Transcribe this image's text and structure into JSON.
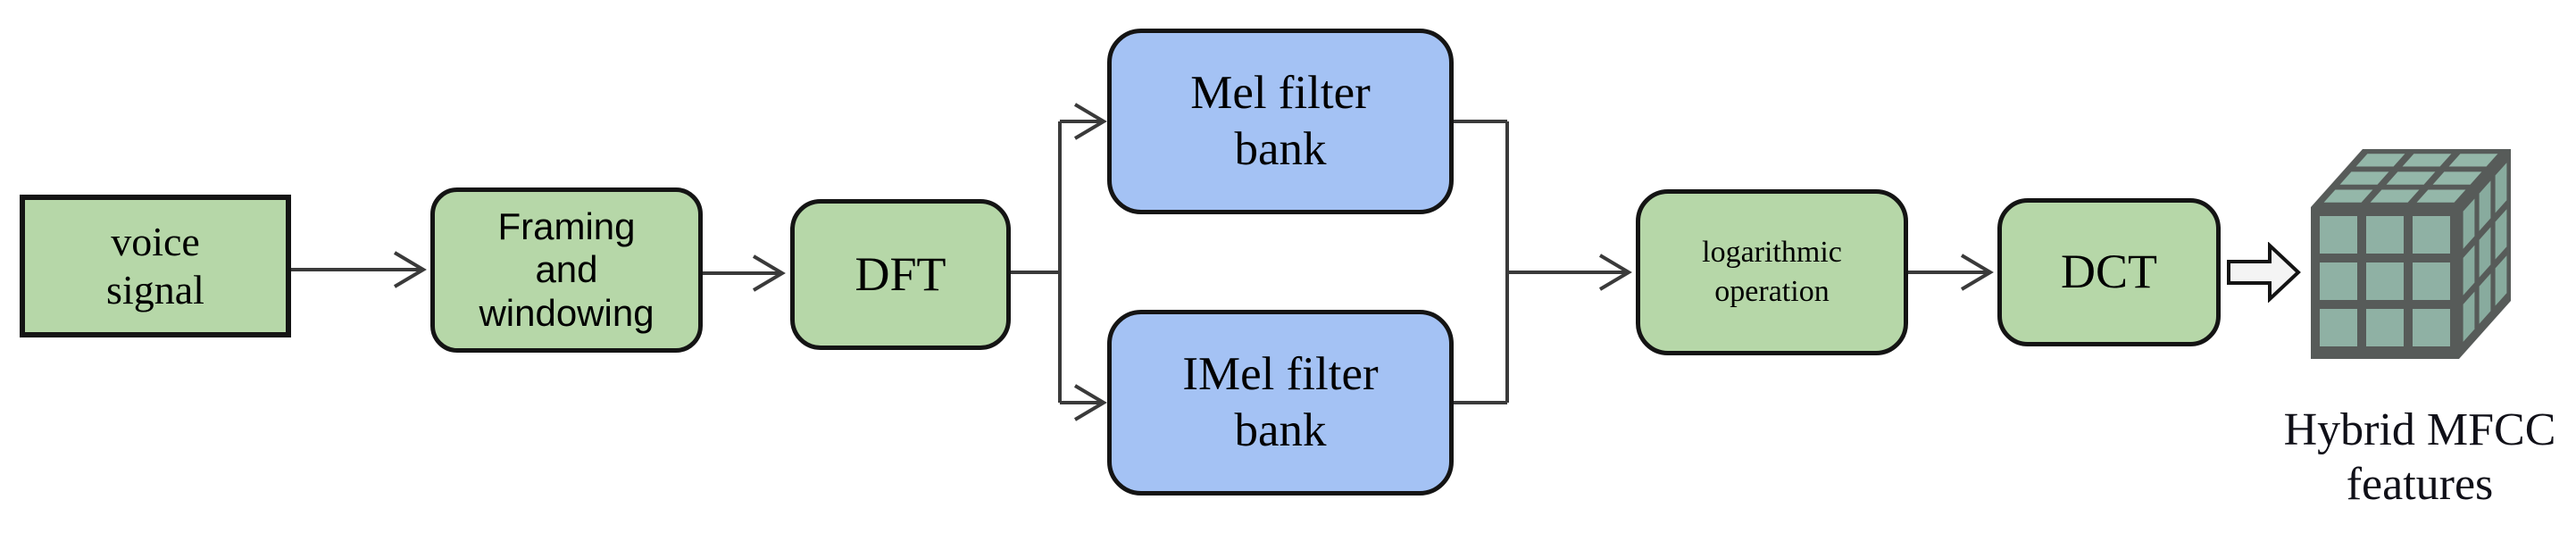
{
  "diagram": {
    "colors": {
      "background": "#ffffff",
      "node-green": "#b6d7a8",
      "node-blue": "#a4c2f4",
      "node-border": "#141414",
      "text-color": "#000000",
      "line-color": "#3a3a3a",
      "cube-frame": "#575b59",
      "cube-face-front": "#8fb1a4",
      "cube-face-top": "#94b7a9",
      "cube-face-side": "#88ab9e",
      "block-arrow-fill": "#f4f4f4",
      "caption-text": "#101018"
    },
    "nodes": [
      {
        "id": "voice-signal",
        "lines": [
          "voice",
          "signal"
        ]
      },
      {
        "id": "framing-windowing",
        "lines": [
          "Framing",
          "and",
          "windowing"
        ]
      },
      {
        "id": "dft",
        "lines": [
          "DFT"
        ]
      },
      {
        "id": "mel-filter-bank",
        "lines": [
          "Mel filter",
          "bank"
        ]
      },
      {
        "id": "imel-filter-bank",
        "lines": [
          "IMel filter",
          "bank"
        ]
      },
      {
        "id": "logarithmic-operation",
        "lines": [
          "logarithmic",
          "operation"
        ]
      },
      {
        "id": "dct",
        "lines": [
          "DCT"
        ]
      }
    ],
    "caption": {
      "lines": [
        "Hybrid MFCC",
        "features"
      ]
    },
    "icons": {
      "cube": "rubiks-cube-3x3-icon",
      "block_arrow": "hollow-right-arrow-icon",
      "connector_arrowhead": "open-chevron-arrowhead"
    }
  }
}
